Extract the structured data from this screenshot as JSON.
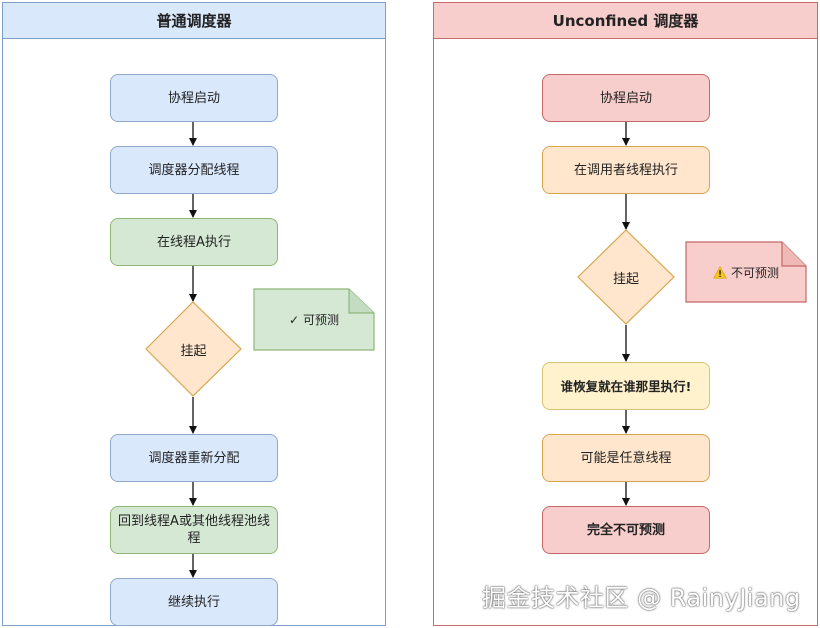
{
  "left_panel": {
    "title": "普通调度器",
    "steps": {
      "start": "协程启动",
      "assign": "调度器分配线程",
      "exec_a": "在线程A执行",
      "suspend": "挂起",
      "reassign": "调度器重新分配",
      "return": "回到线程A或其他线程池线程",
      "continue": "继续执行"
    },
    "note": {
      "check": "✓",
      "text": "可预测"
    }
  },
  "right_panel": {
    "title": "Unconfined 调度器",
    "steps": {
      "start": "协程启动",
      "caller": "在调用者线程执行",
      "suspend": "挂起",
      "resume": "谁恢复就在谁那里执行!",
      "any": "可能是任意线程",
      "unpredictable": "完全不可预测"
    },
    "note": {
      "icon": "warning-icon",
      "text": "不可预测"
    }
  },
  "watermark": "掘金技术社区 @ RainyJiang",
  "colors": {
    "blue_fill": "#dae8fc",
    "green_fill": "#d5e8d4",
    "red_fill": "#f8cecc",
    "orange_fill": "#ffe6cc",
    "yellow_fill": "#fff2cc",
    "warning": "#f5c518"
  }
}
